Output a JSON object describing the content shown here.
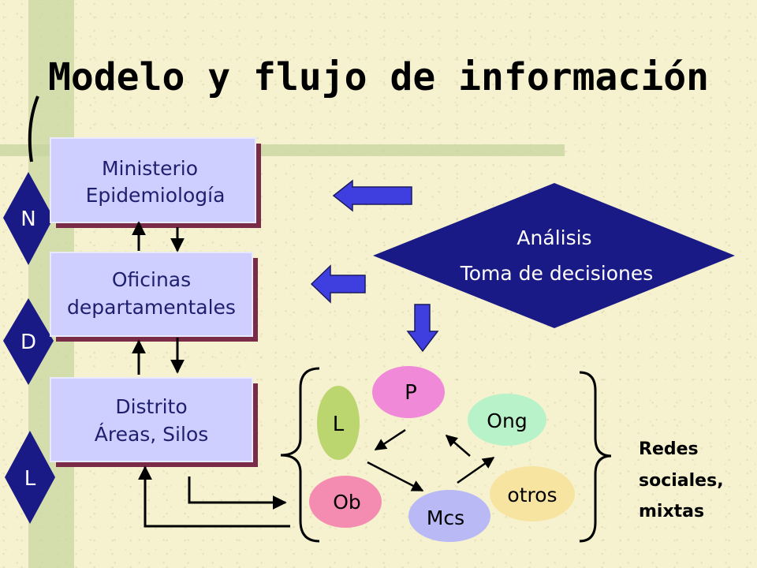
{
  "title": "Modelo y flujo de información",
  "levels": [
    "N",
    "D",
    "L"
  ],
  "boxes": {
    "ministerio": [
      "Ministerio",
      "Epidemiología"
    ],
    "oficinas": [
      "Oficinas",
      "departamentales"
    ],
    "distrito": [
      "Distrito",
      "Áreas, Silos"
    ]
  },
  "decision": [
    "Análisis",
    "Toma de decisiones"
  ],
  "network": {
    "L": "L",
    "P": "P",
    "Ong": "Ong",
    "Ob": "Ob",
    "Mcs": "Mcs",
    "otros": "otros"
  },
  "redes": [
    "Redes",
    "sociales,",
    "mixtas"
  ],
  "colors": {
    "box_fill": "#cfcfff",
    "box_shadow": "#7a2b47",
    "diamond_fill": "#1a1a86",
    "arrow_fill": "#3f3fe0",
    "level_fill": "#1a1a86",
    "node_L": "#bcd66f",
    "node_P": "#f08ad8",
    "node_Ong": "#b8f2c8",
    "node_Ob": "#f48cb2",
    "node_Mcs": "#b9b9f6",
    "node_otros": "#f7e4a0",
    "stripe": "#c8d6a0"
  }
}
